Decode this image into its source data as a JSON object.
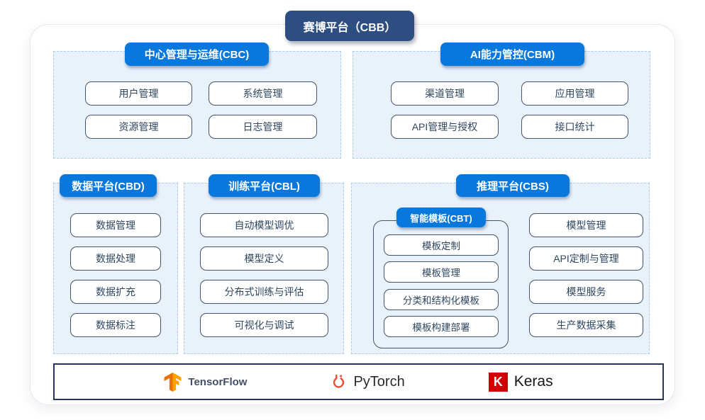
{
  "diagram": {
    "root": {
      "label": "赛博平台（CBB）"
    },
    "sections": {
      "cbc": {
        "title": "中心管理与运维(CBC)",
        "items": [
          "用户管理",
          "系统管理",
          "资源管理",
          "日志管理"
        ]
      },
      "cbm": {
        "title": "AI能力管控(CBM)",
        "items": [
          "渠道管理",
          "应用管理",
          "API管理与授权",
          "接口统计"
        ]
      },
      "cbd": {
        "title": "数据平台(CBD)",
        "items": [
          "数据管理",
          "数据处理",
          "数据扩充",
          "数据标注"
        ]
      },
      "cbl": {
        "title": "训练平台(CBL)",
        "items": [
          "自动模型调优",
          "模型定义",
          "分布式训练与评估",
          "可视化与调试"
        ]
      },
      "cbs": {
        "title": "推理平台(CBS)",
        "cbt": {
          "title": "智能模板(CBT)",
          "items": [
            "模板定制",
            "模板管理",
            "分类和结构化模板",
            "模板构建部署"
          ]
        },
        "items": [
          "模型管理",
          "API定制与管理",
          "模型服务",
          "生产数据采集"
        ]
      }
    },
    "frameworks": [
      "TensorFlow",
      "PyTorch",
      "Keras"
    ],
    "icons": {
      "tensorflow": "tensorflow-icon",
      "pytorch": "pytorch-icon",
      "keras": "keras-icon"
    },
    "colors": {
      "root_pill": "#2E4D80",
      "section_pill": "#0878DC",
      "section_bg": "#E9F1FB",
      "section_border": "#A9CDF0",
      "box_border": "#42566B",
      "box_text": "#2E4660",
      "logos_border": "#26355E",
      "tensorflow_orange": "#E8710A",
      "pytorch_orange": "#EE4C2C",
      "keras_red": "#D00000"
    }
  }
}
